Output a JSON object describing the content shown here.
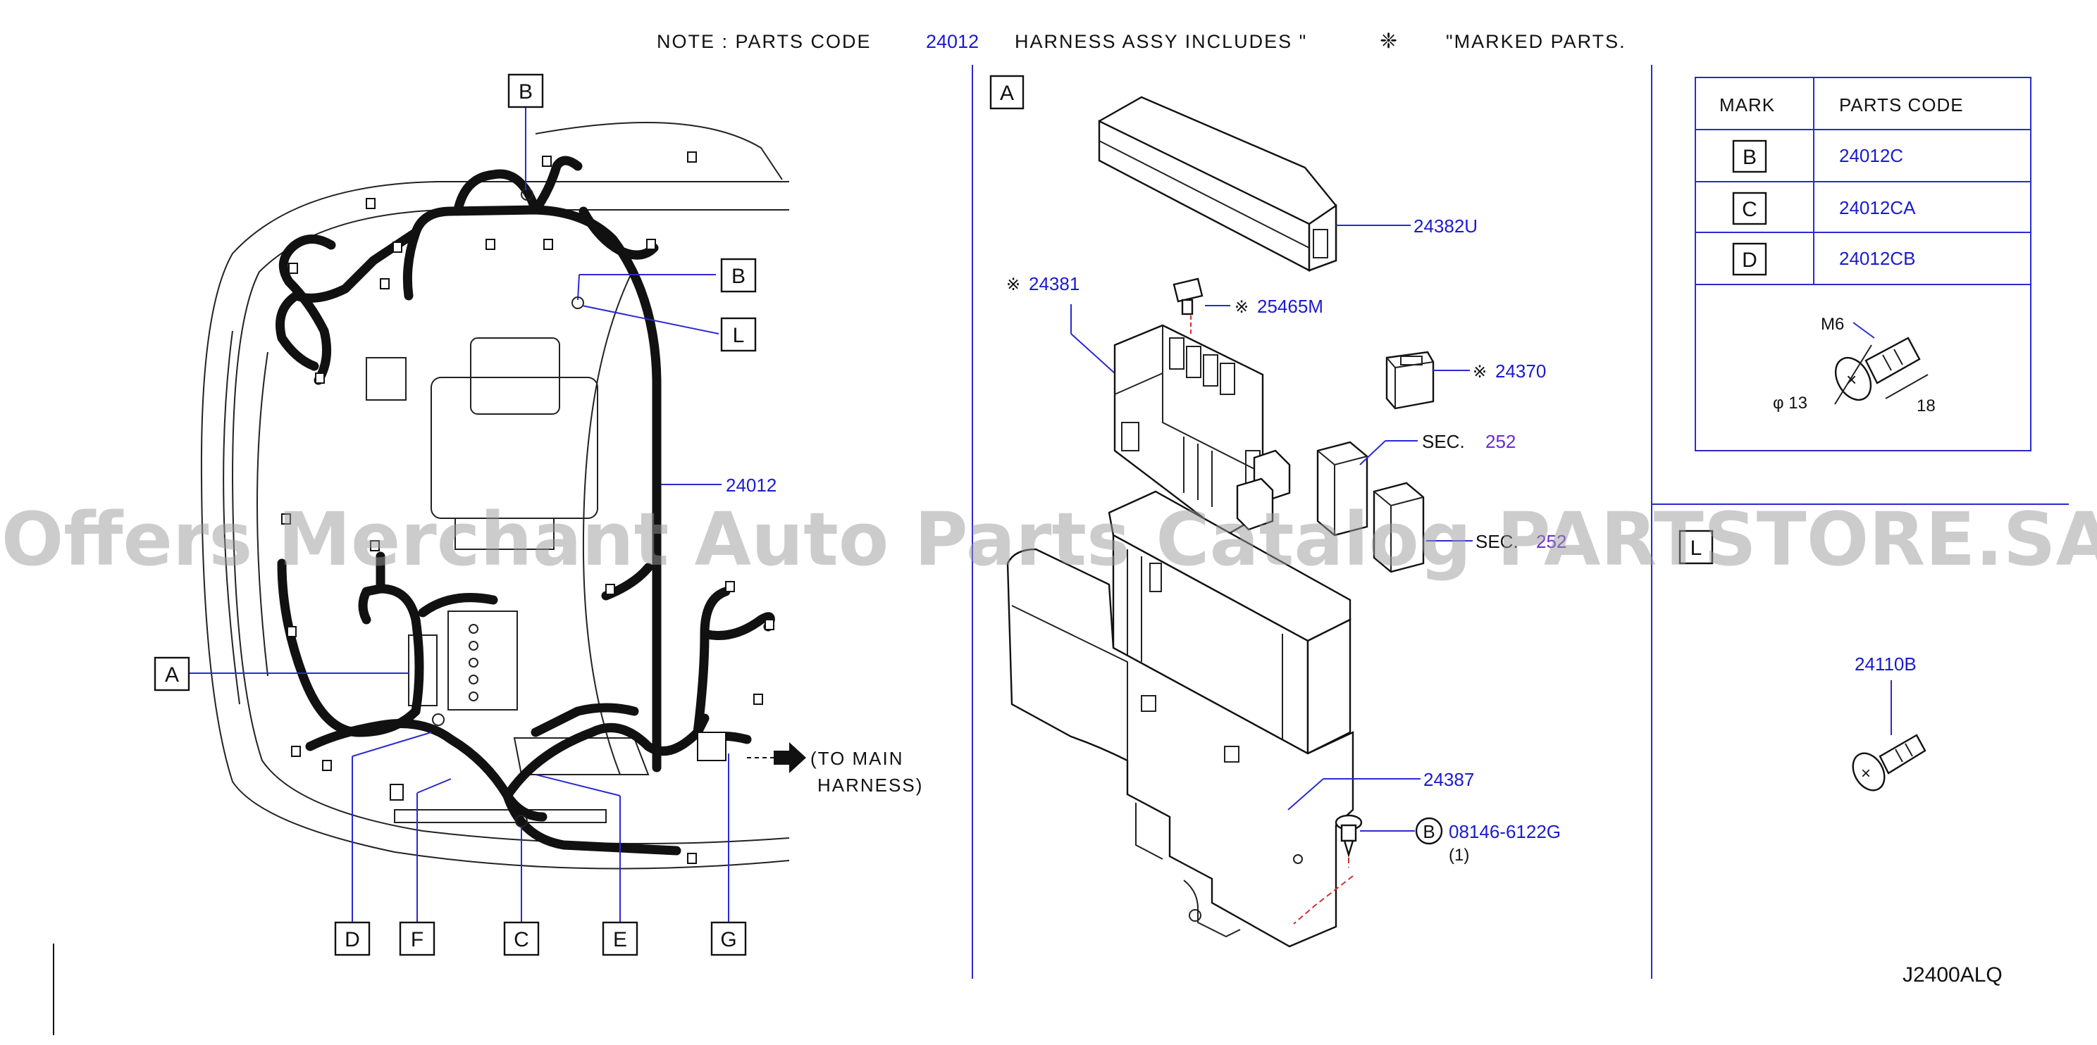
{
  "note": {
    "prefix": "NOTE  :  PARTS   CODE",
    "code": "24012",
    "mid": "HARNESS   ASSY       INCLUDES   \"",
    "symbol": "❈",
    "suffix": "\"MARKED   PARTS."
  },
  "left_panel": {
    "harness_code": "24012",
    "letters": {
      "A": "A",
      "B": "B",
      "C": "C",
      "D": "D",
      "E": "E",
      "F": "F",
      "G": "G",
      "L": "L"
    },
    "to_main_line1": "(TO   MAIN",
    "to_main_line2": "HARNESS)"
  },
  "middle_panel": {
    "section_letter": "A",
    "cover_code": "24382U",
    "box_code": "24381",
    "fuse_code": "25465M",
    "fuse2_code": "24370",
    "sec_label": "SEC.",
    "sec_number": "252",
    "sec2_label": "SEC.",
    "sec2_number": "252",
    "bracket_code": "24387",
    "bolt_mark": "B",
    "bolt_code": "08146-6122G",
    "bolt_qty": "(1)",
    "asterisk": "※"
  },
  "table": {
    "header_mark": "MARK",
    "header_code": "PARTS   CODE",
    "rows": [
      {
        "mark": "B",
        "code": "24012C"
      },
      {
        "mark": "C",
        "code": "24012CA"
      },
      {
        "mark": "D",
        "code": "24012CB"
      }
    ],
    "bolt": {
      "size": "M6",
      "diameter": "φ 13",
      "length": "18"
    }
  },
  "right_panel": {
    "section_letter": "L",
    "bolt_code": "24110B"
  },
  "diagram_id": "J2400ALQ",
  "watermark": "Offers Merchant Auto Parts Catalog PARTSTORE.SA",
  "colors": {
    "code_blue": "#1a1ad0",
    "sec_purple": "#6a2bd0",
    "line": "#111111"
  }
}
